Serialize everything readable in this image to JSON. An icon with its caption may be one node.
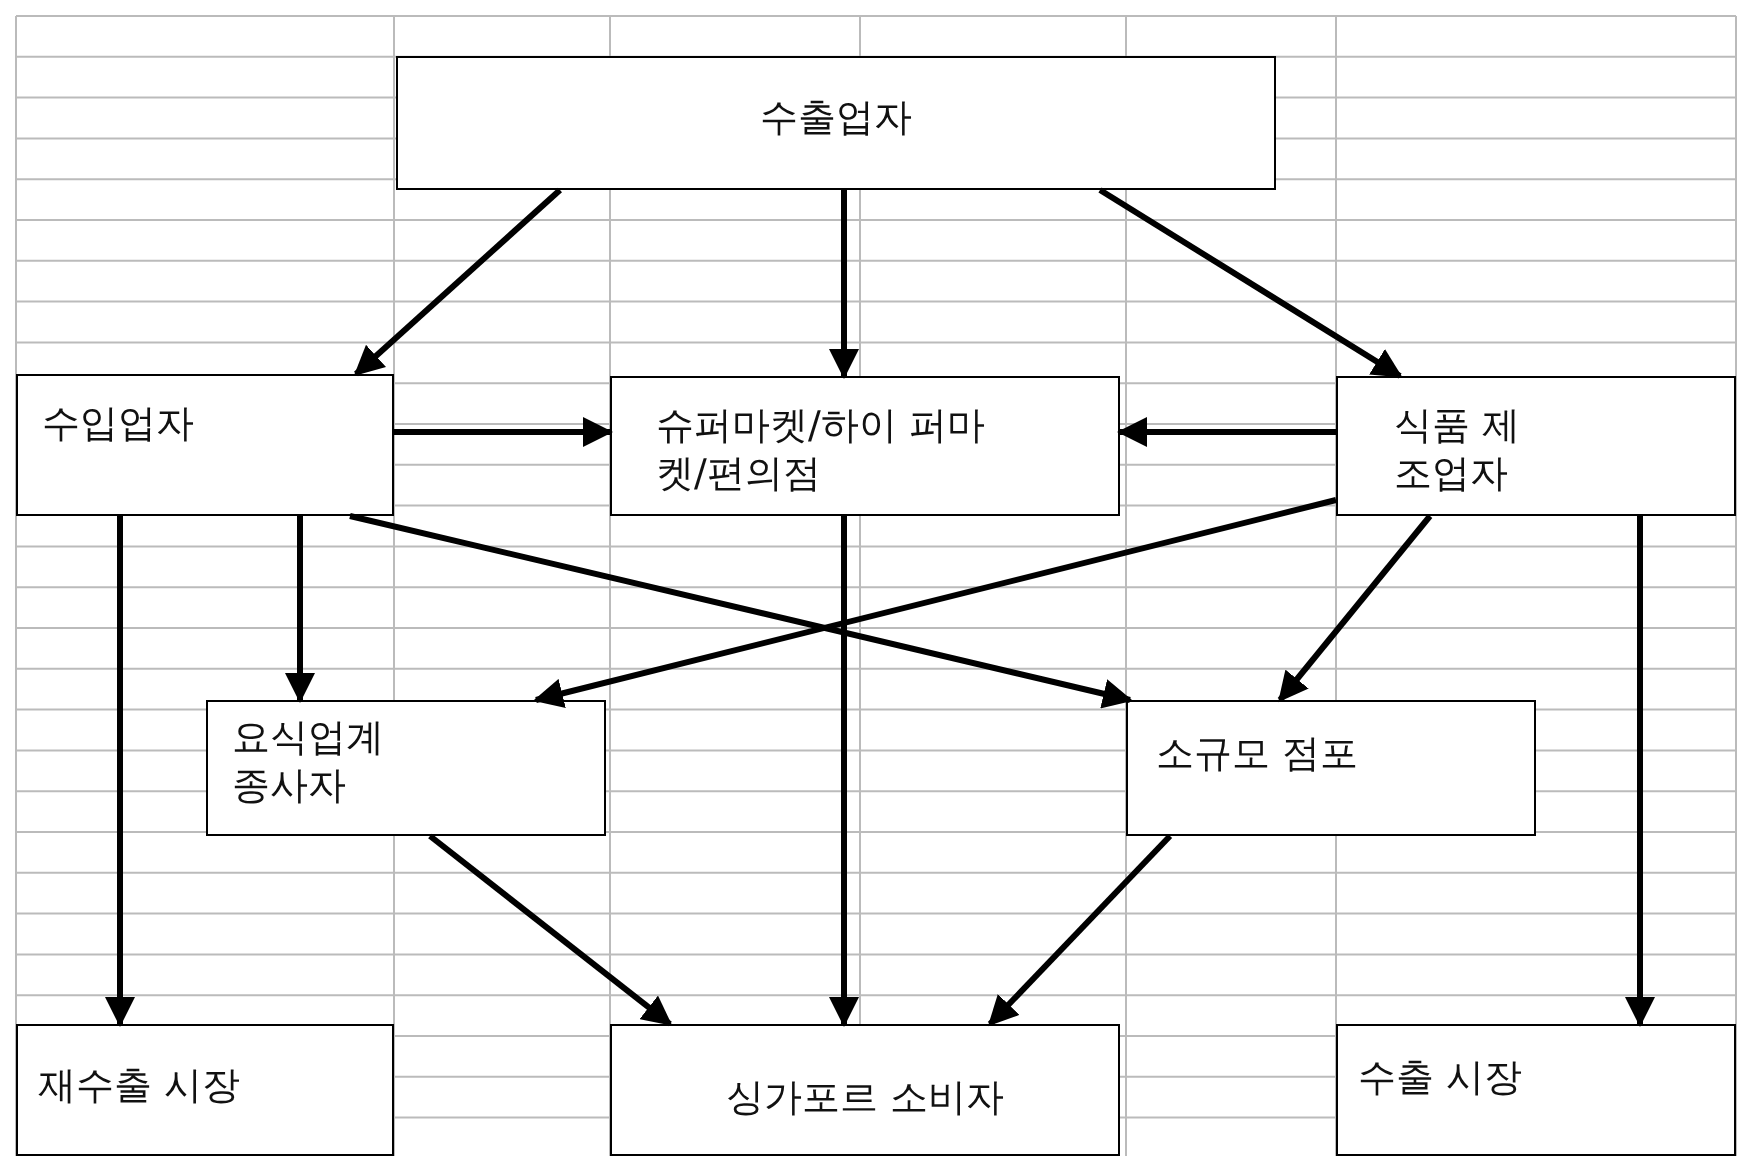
{
  "diagram": {
    "nodes": [
      {
        "text": [
          "수출업자"
        ]
      },
      {
        "text": [
          "수입업자"
        ]
      },
      {
        "text": [
          "슈퍼마켓/하이 퍼마켓/편의점"
        ]
      },
      {
        "text": [
          "식품 제조업자"
        ]
      },
      {
        "text": [
          "요식업계 종사자"
        ]
      },
      {
        "text": [
          "소규모 점포"
        ]
      },
      {
        "text": [
          "재수출 시장"
        ]
      },
      {
        "text": [
          "싱가포르 소비자"
        ]
      },
      {
        "text": [
          "수출 시장"
        ]
      }
    ],
    "edges": [
      {
        "from": 0,
        "to": 1,
        "arrow": "to"
      },
      {
        "from": 0,
        "to": 2,
        "arrow": "to"
      },
      {
        "from": 0,
        "to": 3,
        "arrow": "to"
      },
      {
        "from": 1,
        "to": 2,
        "arrow": "to"
      },
      {
        "from": 3,
        "to": 2,
        "arrow": "to"
      },
      {
        "from": 1,
        "to": 6,
        "arrow": "to"
      },
      {
        "from": 1,
        "to": 4,
        "arrow": "to"
      },
      {
        "from": 1,
        "to": 5,
        "arrow": "to"
      },
      {
        "from": 3,
        "to": 4,
        "arrow": "to"
      },
      {
        "from": 3,
        "to": 5,
        "arrow": "to"
      },
      {
        "from": 3,
        "to": 8,
        "arrow": "to"
      },
      {
        "from": 2,
        "to": 7,
        "arrow": "to"
      },
      {
        "from": 4,
        "to": 7,
        "arrow": "to"
      },
      {
        "from": 5,
        "to": 7,
        "arrow": "to"
      }
    ]
  }
}
